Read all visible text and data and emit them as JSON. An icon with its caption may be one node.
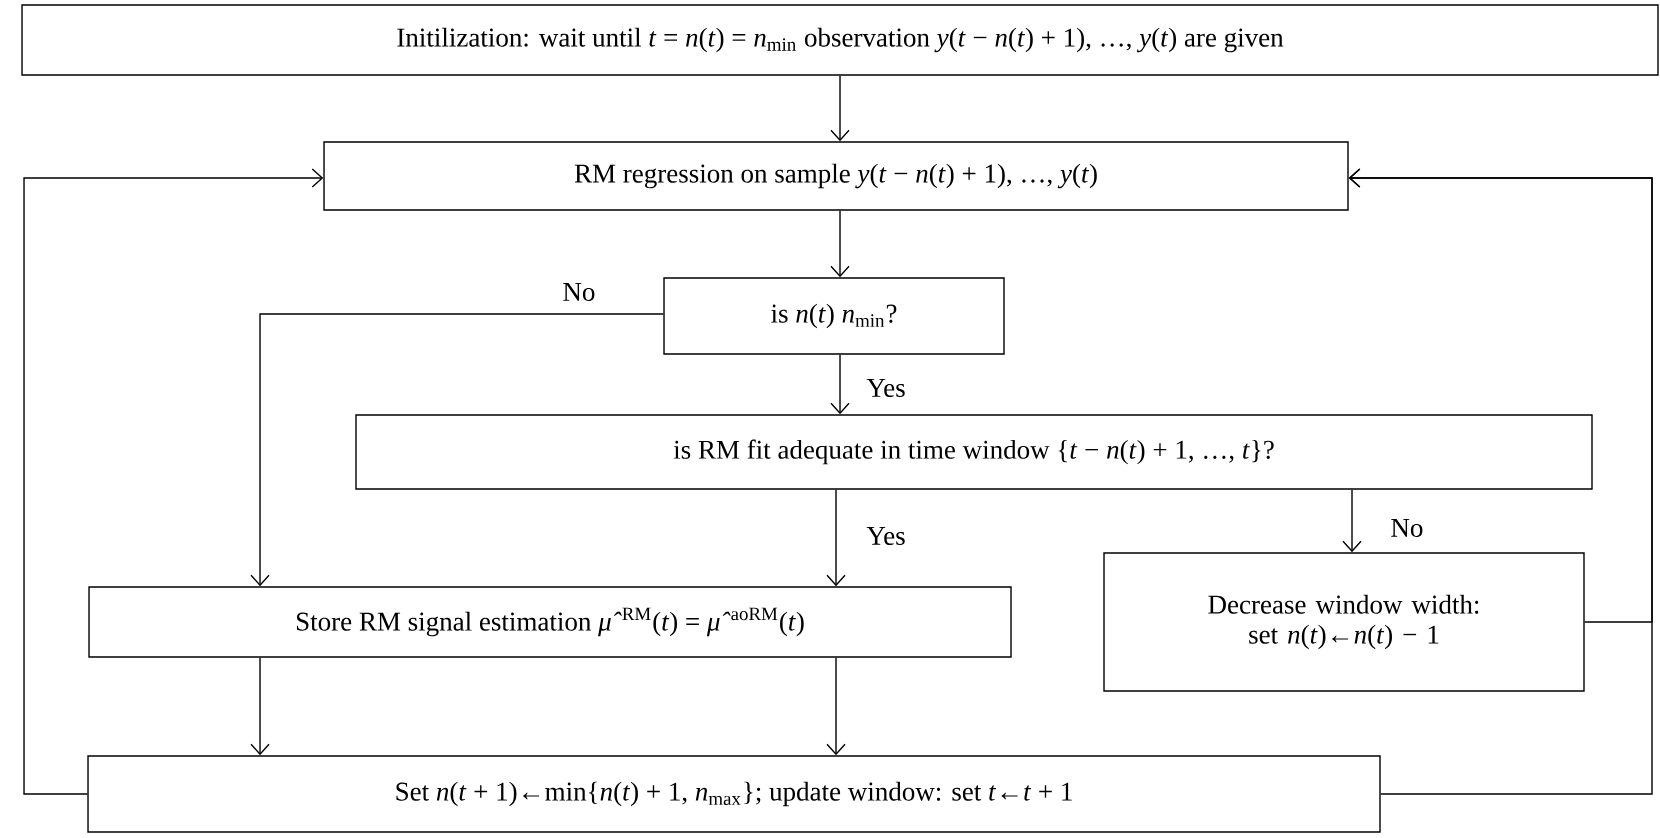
{
  "diagram": {
    "nodes": [
      {
        "text": [
          "Initilization: wait until *t* = *n*(*t*) = *n*$_{min}$ observation *y*(*t* − *n*(*t*) + 1), …, *y*(*t*) are given"
        ]
      },
      {
        "text": [
          "RM regression on sample *y*(*t* − *n*(*t*) + 1), …, *y*(*t*)"
        ]
      },
      {
        "text": [
          "is *n*(*t*) *n*$_{min}$?"
        ]
      },
      {
        "text": [
          "is RM fit adequate in time window {*t* − *n*(*t*) + 1, …, *t*}?"
        ]
      },
      {
        "text": [
          "Store RM signal estimation *μ̂*$^{RM}$(*t*) = *μ̂*$^{aoRM}$(*t*)"
        ]
      },
      {
        "text": [
          "Decrease window width: set *n*(*t*)←*n*(*t*) − 1"
        ]
      },
      {
        "text": [
          "Set *n*(*t* + 1)←min{*n*(*t*) + 1, *n*$_{max}$}; update window: set *t*←*t* + 1"
        ]
      }
    ],
    "edges": [
      {
        "from": 0,
        "to": 1,
        "arrow": "to"
      },
      {
        "from": 1,
        "to": 2,
        "arrow": "to"
      },
      {
        "from": 2,
        "to": 3,
        "arrow": "to",
        "label": "Yes"
      },
      {
        "from": 2,
        "to": 4,
        "arrow": "to",
        "label": "No"
      },
      {
        "from": 3,
        "to": 4,
        "arrow": "to",
        "label": "Yes"
      },
      {
        "from": 3,
        "to": 5,
        "arrow": "to",
        "label": "No"
      },
      {
        "from": 4,
        "to": 6,
        "arrow": "to"
      },
      {
        "from": 4,
        "to": 6,
        "arrow": "to"
      },
      {
        "from": 6,
        "to": 1,
        "arrow": "to"
      },
      {
        "from": 5,
        "to": 1,
        "arrow": "to"
      },
      {
        "from": 6,
        "to": 1,
        "arrow": "to"
      }
    ]
  }
}
